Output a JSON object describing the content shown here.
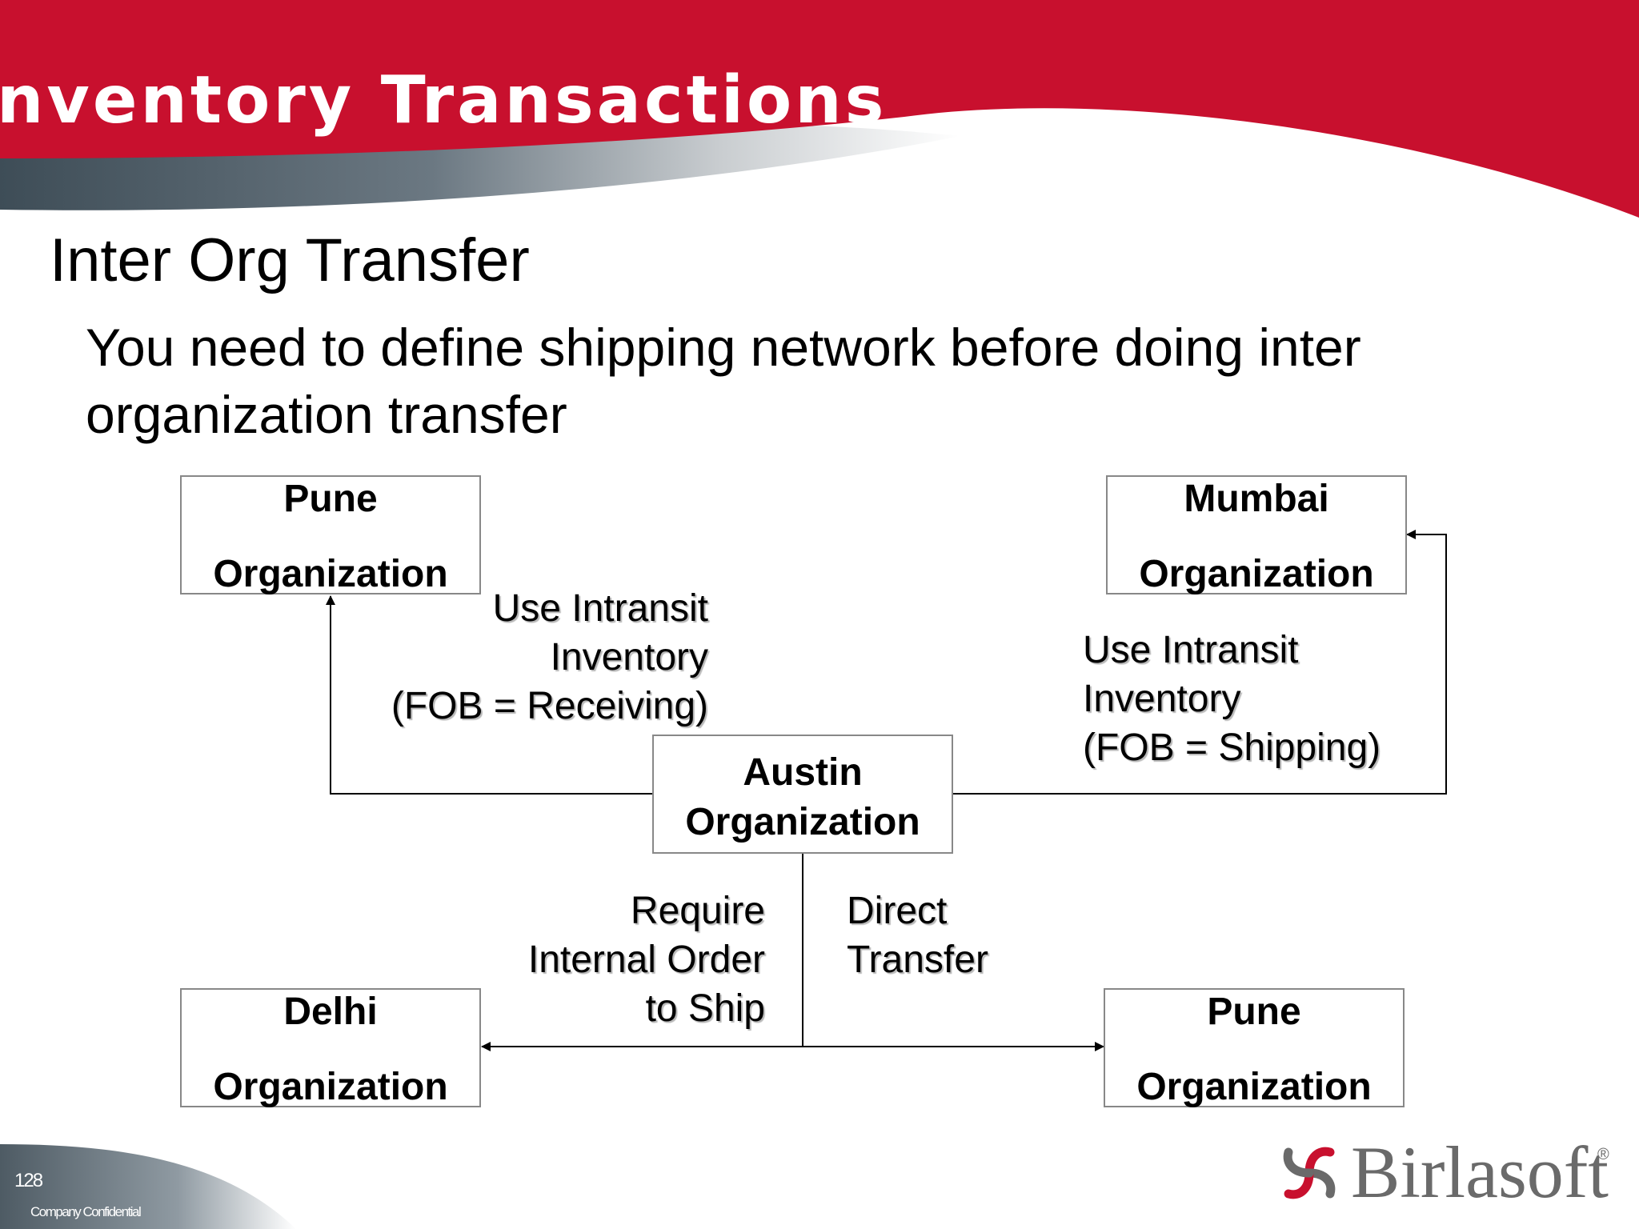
{
  "theme": {
    "accent": "#c8102e",
    "gray": "#5f6a72"
  },
  "slide": {
    "title": "nventory Transactions",
    "heading": "Inter Org Transfer",
    "body": "You need to define shipping network before doing inter organization transfer"
  },
  "diagram": {
    "nodes": {
      "pune_top": {
        "line1": "Pune",
        "line2": "Organization"
      },
      "mumbai": {
        "line1": "Mumbai",
        "line2": "Organization"
      },
      "austin": {
        "line1": "Austin",
        "line2": "Organization"
      },
      "delhi": {
        "line1": "Delhi",
        "line2": "Organization"
      },
      "pune_bottom": {
        "line1": "Pune",
        "line2": "Organization"
      }
    },
    "labels": {
      "intransit_receiving": "Use Intransit\nInventory\n(FOB = Receiving)",
      "intransit_shipping": "Use Intransit\nInventory\n(FOB = Shipping)",
      "internal_order": "Require\nInternal Order\nto Ship",
      "direct_transfer": "Direct\nTransfer"
    }
  },
  "footer": {
    "page_number": "128",
    "confidential": "Company Confidential"
  },
  "logo": {
    "text": "Birlasoft",
    "mark": "®"
  }
}
